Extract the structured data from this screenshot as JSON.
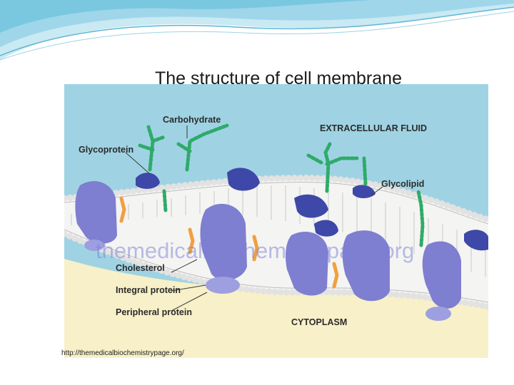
{
  "title": "The structure of cell membrane",
  "labels": {
    "carbohydrate": "Carbohydrate",
    "extracellular_fluid": "EXTRACELLULAR FLUID",
    "glycoprotein": "Glycoprotein",
    "glycolipid": "Glycolipid",
    "cholesterol": "Cholesterol",
    "integral_protein": "Integral protein",
    "peripheral_protein": "Peripheral protein",
    "cytoplasm": "CYTOPLASM"
  },
  "watermark": "themedicalbiochemistrypage.org",
  "source": "http://themedicalbiochemistrypage.org/",
  "colors": {
    "extracellular": "#9fd3e3",
    "cytoplasm": "#f7f0c8",
    "phospholipid_head": "#e8e8e8",
    "protein": "#7e7fd0",
    "protein_dark": "#3e48a8",
    "carbohydrate_chain": "#2faa6a",
    "cholesterol": "#f0a040"
  }
}
